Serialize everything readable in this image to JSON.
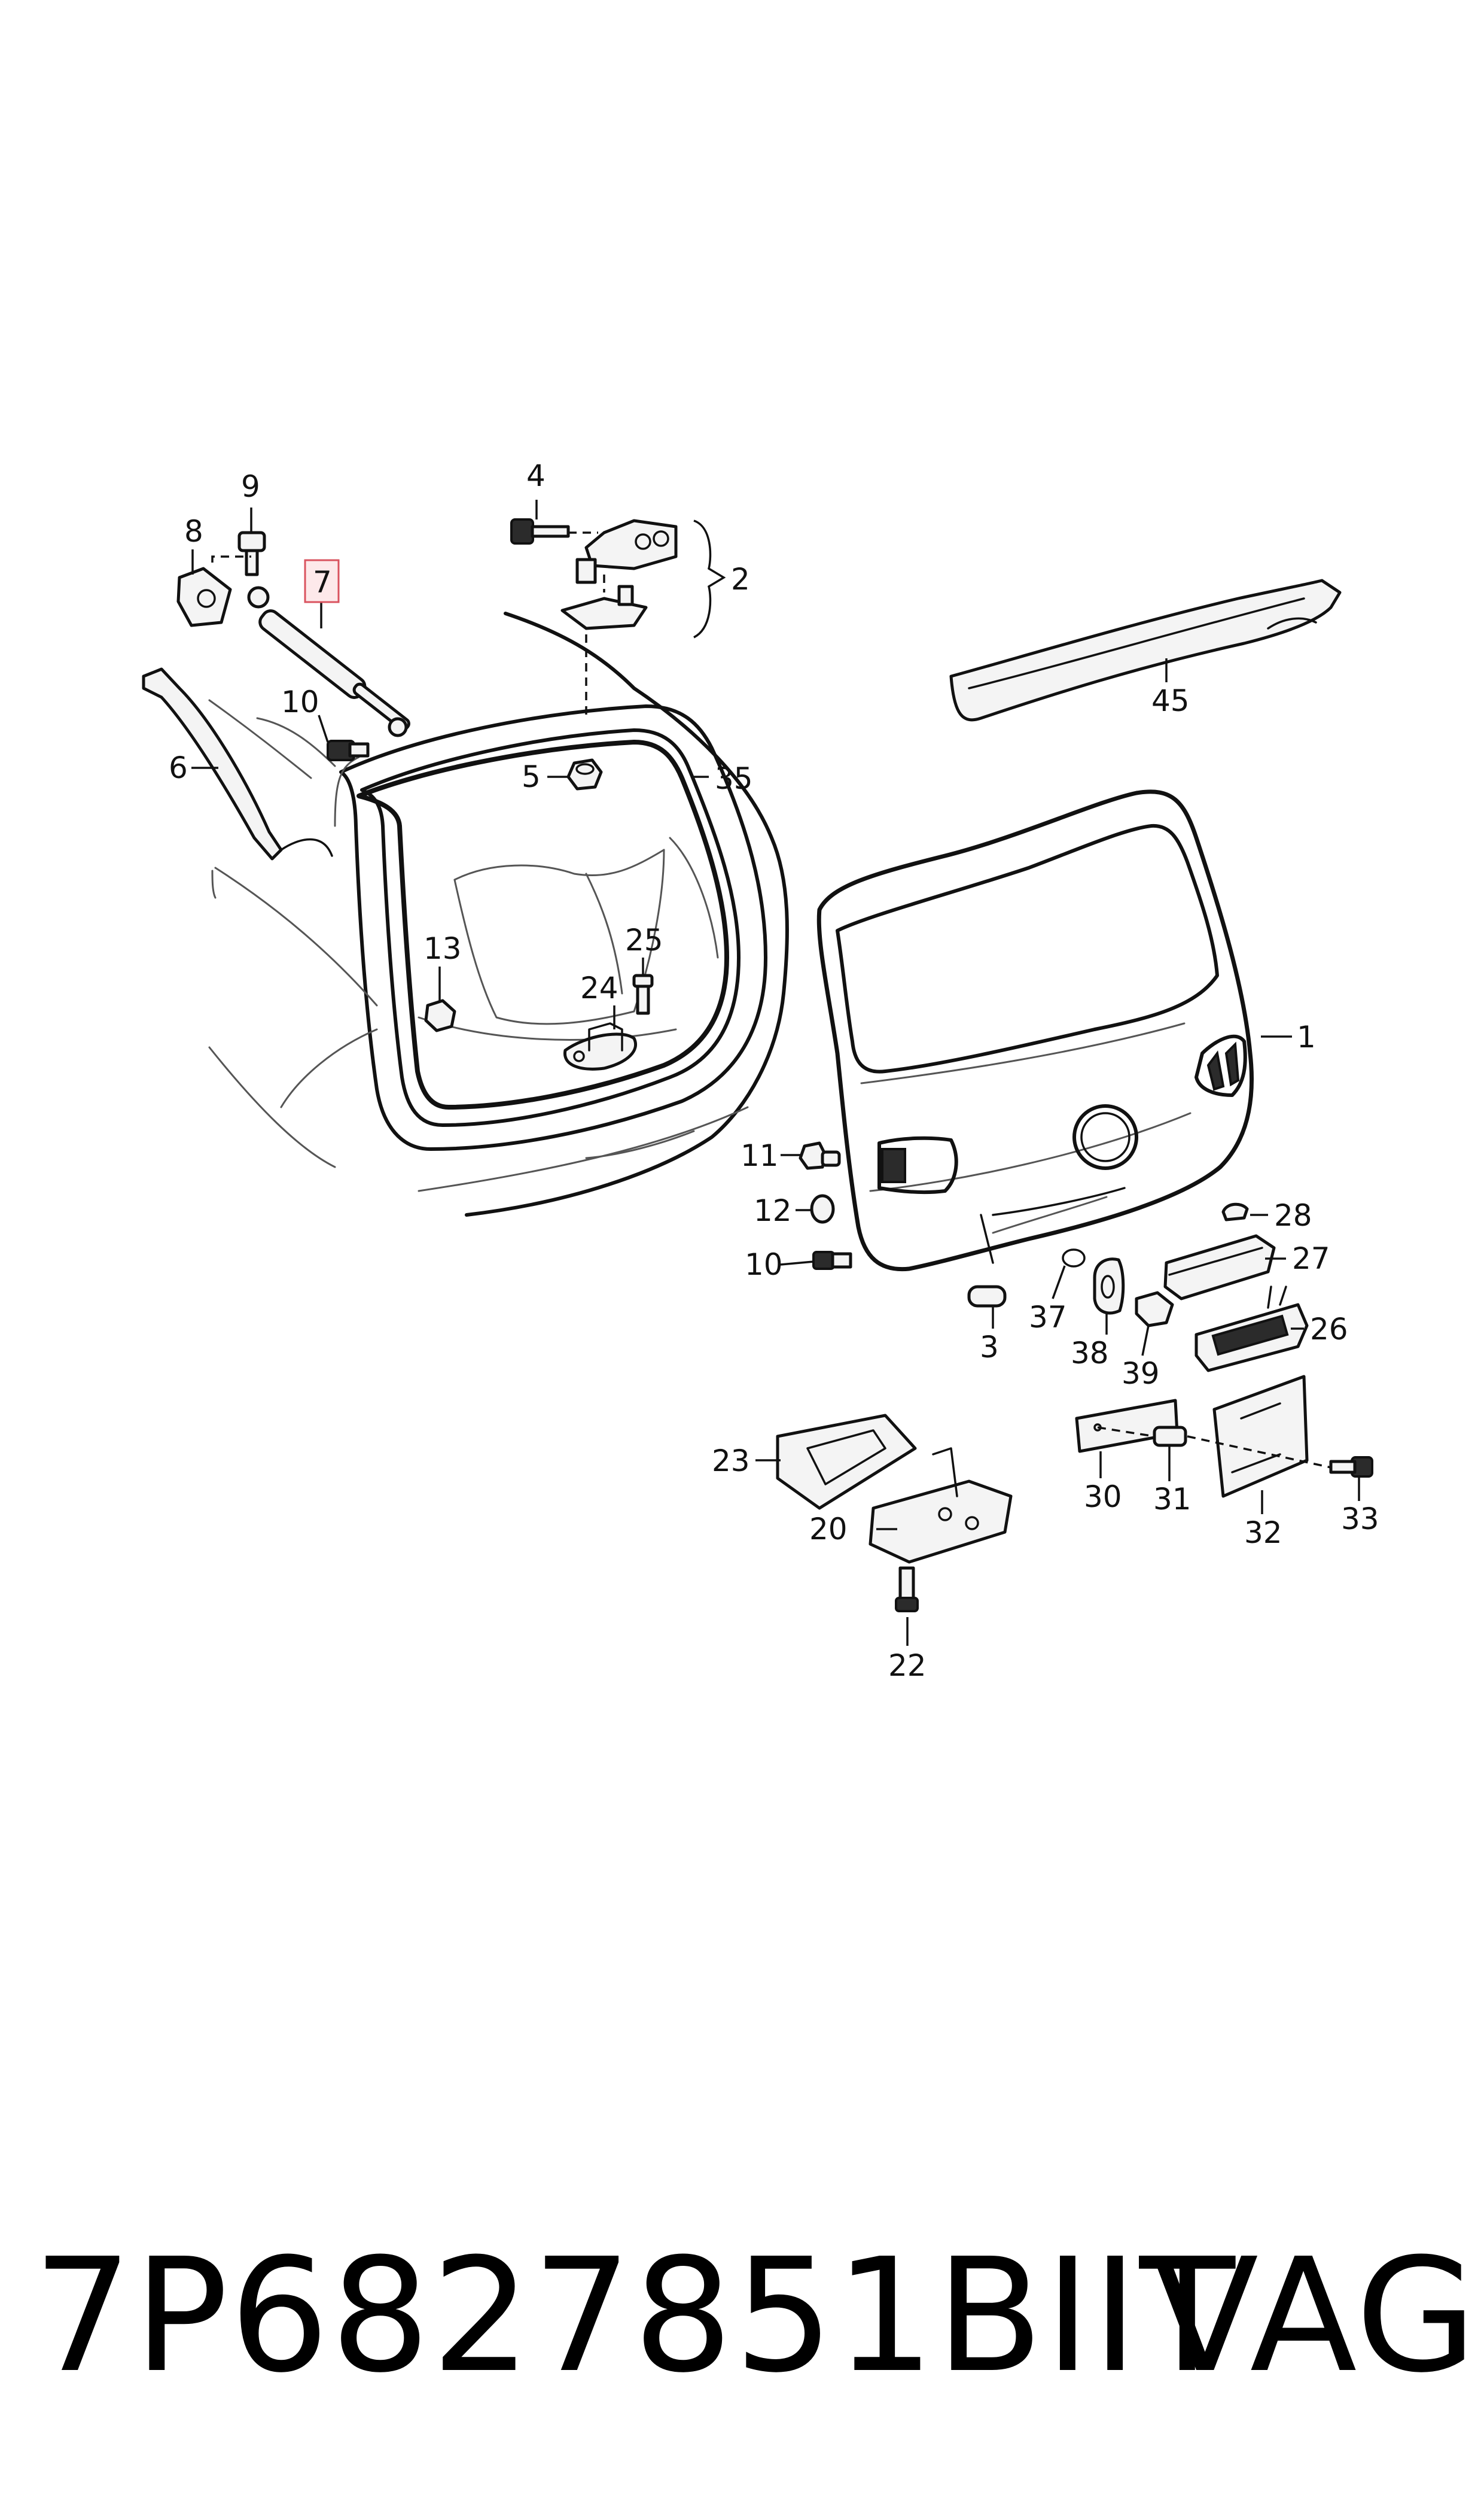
{
  "callouts": {
    "c1": "1",
    "c2": "2",
    "c3": "3",
    "c4": "4",
    "c5": "5",
    "c6": "6",
    "c7": "7",
    "c8": "8",
    "c9": "9",
    "c10a": "10",
    "c10b": "10",
    "c11": "11",
    "c12": "12",
    "c13": "13",
    "c20": "20",
    "c22": "22",
    "c23": "23",
    "c24": "24",
    "c25": "25",
    "c26": "26",
    "c27": "27",
    "c28": "28",
    "c30": "30",
    "c31": "31",
    "c32": "32",
    "c33": "33",
    "c35": "35",
    "c37": "37",
    "c38": "38",
    "c39": "39",
    "c45": "45"
  },
  "highlighted_callout": "7",
  "footer": {
    "part_number": "7P6827851BIIT",
    "brand": "VAG"
  },
  "colors": {
    "highlight_fill": "#fde9ea",
    "highlight_border": "#d9535f",
    "line": "#111111"
  }
}
